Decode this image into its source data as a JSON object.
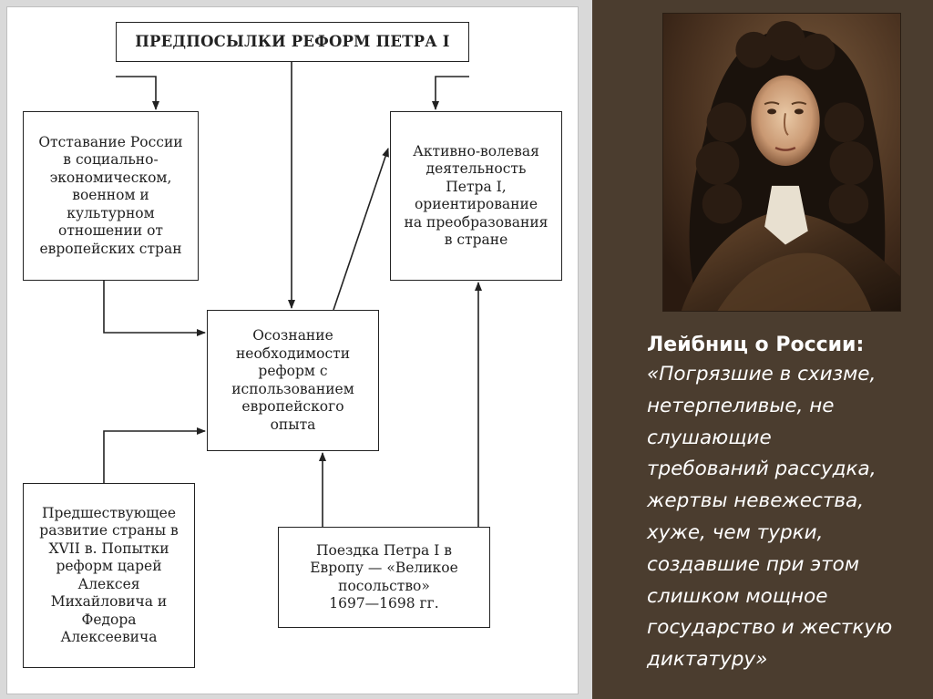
{
  "diagram": {
    "title": "ПРЕДПОСЫЛКИ РЕФОРМ ПЕТРА I",
    "boxes": {
      "lag": "Отставание России\nв социально-\nэкономическом,\nвоенном и\nкультурном\nотношении от\nевропейских стран",
      "active": "Активно-волевая\nдеятельность\nПетра I,\nориентирование\nна преобразования\nв стране",
      "awareness": "Осознание\nнеобходимости\nреформ с\nиспользованием\nевропейского\nопыта",
      "previous": "Предшествующее\nразвитие страны в\nXVII в. Попытки\nреформ царей\nАлексея\nМихайловича и\nФедора\nАлексеевича",
      "embassy": "Поездка Петра I в\nЕвропу — «Великое\nпосольство»\n1697—1698 гг."
    }
  },
  "portrait": {
    "icon": "portrait-of-leibniz"
  },
  "quote": {
    "heading": "Лейбниц о России:",
    "text": "«Погрязшие в схизме,\nнетерпеливые, не\nслушающие\nтребований рассудка,\nжертвы невежества,\nхуже, чем турки,\nсоздавшие при этом\nслишком мощное\nгосударство и жесткую\nдиктатуру»"
  },
  "colors": {
    "background": "#4b3d2f",
    "panel": "#d9d9d9",
    "text_light": "#ffffff",
    "line": "#222222"
  }
}
